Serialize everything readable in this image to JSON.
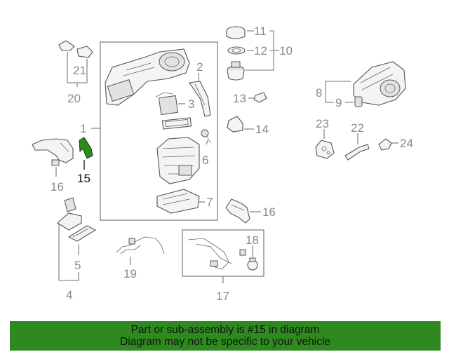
{
  "colors": {
    "highlight_part": "#2e8a1f",
    "banner_background": "#2e8a1f",
    "callout_text": "#8a8a8a"
  },
  "highlighted_callout": "15",
  "callouts": [
    "1",
    "2",
    "3",
    "4",
    "5",
    "6",
    "7",
    "8",
    "9",
    "10",
    "11",
    "12",
    "13",
    "14",
    "15",
    "16",
    "16",
    "17",
    "18",
    "19",
    "20",
    "21",
    "22",
    "23",
    "24"
  ],
  "banner": {
    "line1": "Part or sub-assembly is #15 in diagram",
    "line2": "Diagram may not be specific to your vehicle"
  }
}
